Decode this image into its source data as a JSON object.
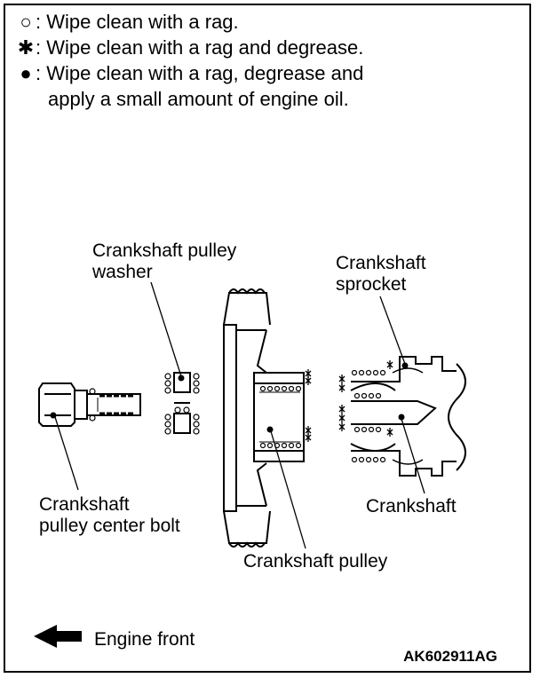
{
  "legend": {
    "items": [
      {
        "symbol": "○",
        "text": ": Wipe clean with a rag."
      },
      {
        "symbol": "✱",
        "text": ": Wipe clean with a rag and degrease."
      },
      {
        "symbol": "●",
        "text": ": Wipe clean with a rag, degrease and"
      }
    ],
    "continuation": "apply a small amount of engine oil."
  },
  "labels": {
    "washer_line1": "Crankshaft pulley",
    "washer_line2": "washer",
    "sprocket_line1": "Crankshaft",
    "sprocket_line2": "sprocket",
    "bolt_line1": "Crankshaft",
    "bolt_line2": "pulley center bolt",
    "crankshaft": "Crankshaft",
    "pulley": "Crankshaft pulley",
    "engine_front": "Engine front"
  },
  "figure_code": "AK602911AG",
  "icons": {
    "arrow": "left-arrow-icon"
  }
}
